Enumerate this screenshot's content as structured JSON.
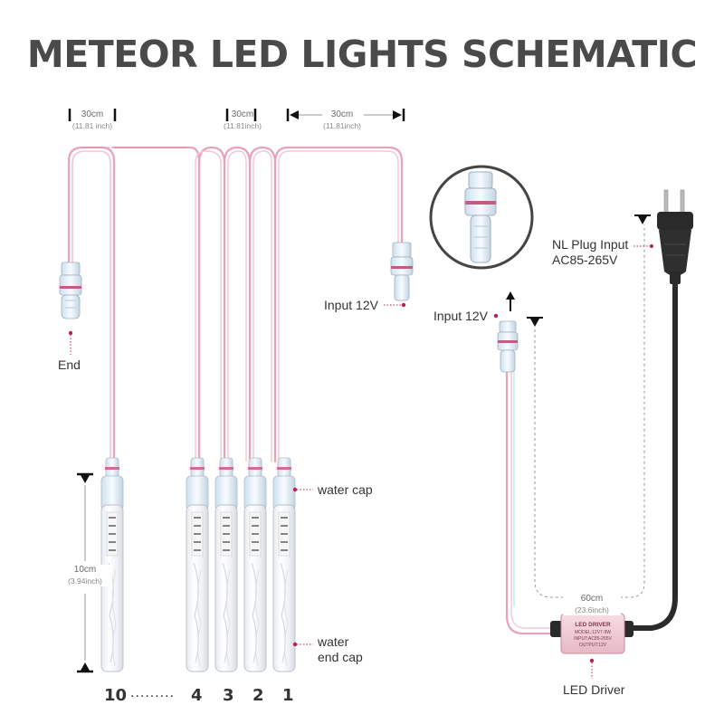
{
  "title": "METEOR LED LIGHTS SCHEMATIC",
  "dimensions": {
    "d1": {
      "value": "30cm",
      "sub": "(11.81 inch)"
    },
    "d2": {
      "value": "30cm",
      "sub": "(11.81inch)"
    },
    "d3": {
      "value": "30cm",
      "sub": "(11.81inch)"
    },
    "tube": {
      "value": "10cm",
      "sub": "(3.94inch)"
    },
    "driver": {
      "value": "60cm",
      "sub": "(23.6inch)"
    }
  },
  "callouts": {
    "end": "End",
    "input_left": "Input 12V",
    "input_right": "Input 12V",
    "plug_line1": "NL Plug Input",
    "plug_line2": "AC85-265V",
    "water_cap": "water cap",
    "water_end_line1": "water",
    "water_end_line2": "end cap",
    "led_driver": "LED Driver"
  },
  "tube_numbers": {
    "n10": "10",
    "dots": "·········",
    "n4": "4",
    "n3": "3",
    "n2": "2",
    "n1": "1"
  },
  "driver_label": {
    "line1": "LED DRIVER",
    "line2": "MODEL:12V7-9W",
    "line3": "INPUT:AC85-265V",
    "line4": "OUTPUT:12V"
  },
  "colors": {
    "wire": "#e8a3b7",
    "cable": "#2b2b2b",
    "accent": "#b0245a",
    "text": "#4a4a4a"
  }
}
